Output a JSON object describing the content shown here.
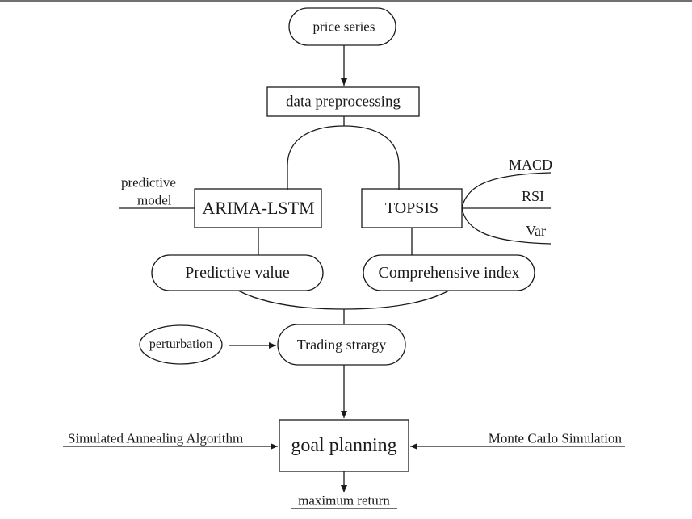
{
  "nodes": {
    "price_series": "price series",
    "data_preprocessing": "data preprocessing",
    "arima_lstm": "ARIMA-LSTM",
    "topsis": "TOPSIS",
    "predictive_value": "Predictive value",
    "comprehensive_index": "Comprehensive index",
    "perturbation": "perturbation",
    "trading_strategy": "Trading strargy",
    "goal_planning": "goal planning",
    "maximum_return": "maximum return"
  },
  "labels": {
    "predictive_model_line1": "predictive",
    "predictive_model_line2": "model",
    "macd": "MACD",
    "rsi": "RSI",
    "var": "Var",
    "simulated_annealing": "Simulated Annealing Algorithm",
    "monte_carlo": "Monte Carlo Simulation"
  },
  "colors": {
    "stroke": "#1a1a1a",
    "background": "#ffffff"
  }
}
